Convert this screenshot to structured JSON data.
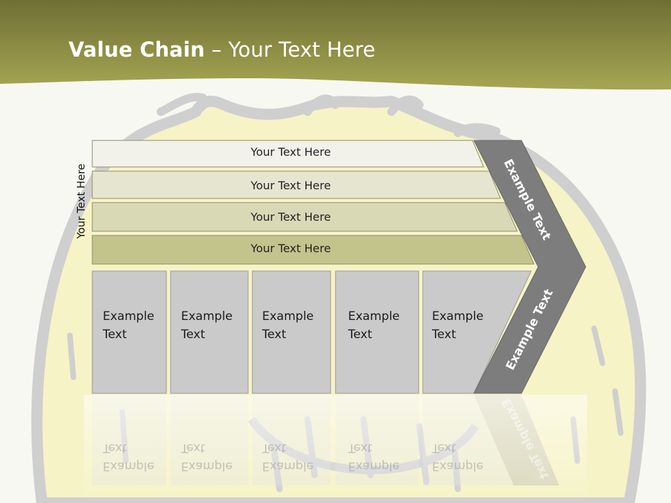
{
  "slide": {
    "title_bold": "Value Chain",
    "title_rest": " – Your Text Here",
    "vertical_label": "Your Text Here",
    "rows": [
      {
        "label": "Your Text Here",
        "color": "#f2f2ea"
      },
      {
        "label": "Your Text Here",
        "color": "#e6e6d0"
      },
      {
        "label": "Your Text Here",
        "color": "#d9d9b6"
      },
      {
        "label": "Your Text Here",
        "color": "#c3c38c"
      }
    ],
    "boxes": [
      {
        "line1": "Example",
        "line2": "Text"
      },
      {
        "line1": "Example",
        "line2": "Text"
      },
      {
        "line1": "Example",
        "line2": "Text"
      },
      {
        "line1": "Example",
        "line2": "Text"
      },
      {
        "line1": "Example",
        "line2": "Text"
      }
    ],
    "chevron_top": "Example Text",
    "chevron_bottom": "Example Text",
    "colors": {
      "header": "#8f8f44",
      "box": "#cacaca",
      "chevron": "#7d7d7d",
      "bg": "#f7f8f1",
      "lemon": "#f6f3c6"
    }
  }
}
